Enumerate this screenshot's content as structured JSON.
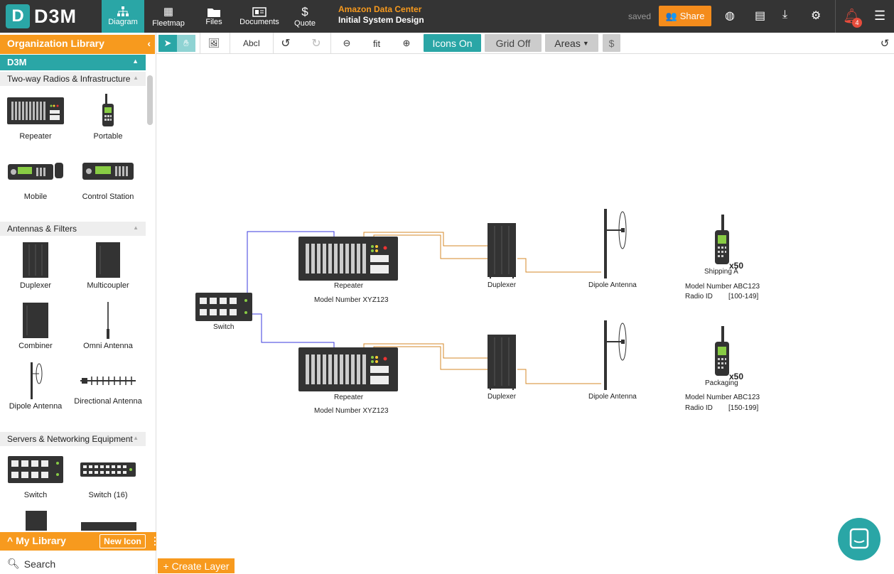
{
  "app": {
    "logo_text": "D3M",
    "logo_mark": "D"
  },
  "nav": [
    {
      "label": "Diagram",
      "icon": "diagram-icon"
    },
    {
      "label": "Fleetmap",
      "icon": "grid-icon"
    },
    {
      "label": "Files",
      "icon": "folder-icon"
    },
    {
      "label": "Documents",
      "icon": "documents-icon"
    },
    {
      "label": "Quote",
      "icon": "dollar-icon"
    }
  ],
  "project": {
    "customer": "Amazon Data Center",
    "design": "Initial System Design"
  },
  "status": {
    "saved": "saved"
  },
  "share": {
    "label": "Share"
  },
  "notifications": {
    "count": "4"
  },
  "sidebar": {
    "org_title": "Organization Library",
    "library_name": "D3M",
    "sections": [
      {
        "title": "Two-way Radios & Infrastructure",
        "items": [
          "Repeater",
          "Portable",
          "Mobile",
          "Control Station"
        ]
      },
      {
        "title": "Antennas & Filters",
        "items": [
          "Duplexer",
          "Multicoupler",
          "Combiner",
          "Omni Antenna",
          "Dipole Antenna",
          "Directional Antenna"
        ]
      },
      {
        "title": "Servers & Networking Equipment",
        "items": [
          "Switch",
          "Switch (16)"
        ]
      }
    ],
    "my_library": "My Library",
    "new_icon": "New Icon",
    "search_placeholder": "Search"
  },
  "toolbar": {
    "text_tool": "Abc",
    "fit": "fit",
    "icons_toggle": "Icons On",
    "grid_toggle": "Grid Off",
    "areas": "Areas",
    "dollar": "$"
  },
  "diagram": {
    "switch_label": "Switch",
    "repeater_label": "Repeater",
    "model_number_label": "Model Number",
    "repeater_model": "XYZ123",
    "duplexer_label": "Duplexer",
    "antenna_label": "Dipole Antenna",
    "radio_group_a": {
      "name": "Shipping A",
      "qty": "x50",
      "model": "ABC123",
      "radio_id": "[100-149]"
    },
    "radio_group_b": {
      "name": "Packaging",
      "qty": "x50",
      "model": "ABC123",
      "radio_id": "[150-199]"
    },
    "radio_id_label": "Radio ID"
  },
  "create_layer": "Create Layer",
  "colors": {
    "teal": "#2aa6a6",
    "orange": "#f79a1e",
    "dark": "#343434",
    "link_blue": "#3a3adc",
    "link_orange": "#d4882a"
  }
}
